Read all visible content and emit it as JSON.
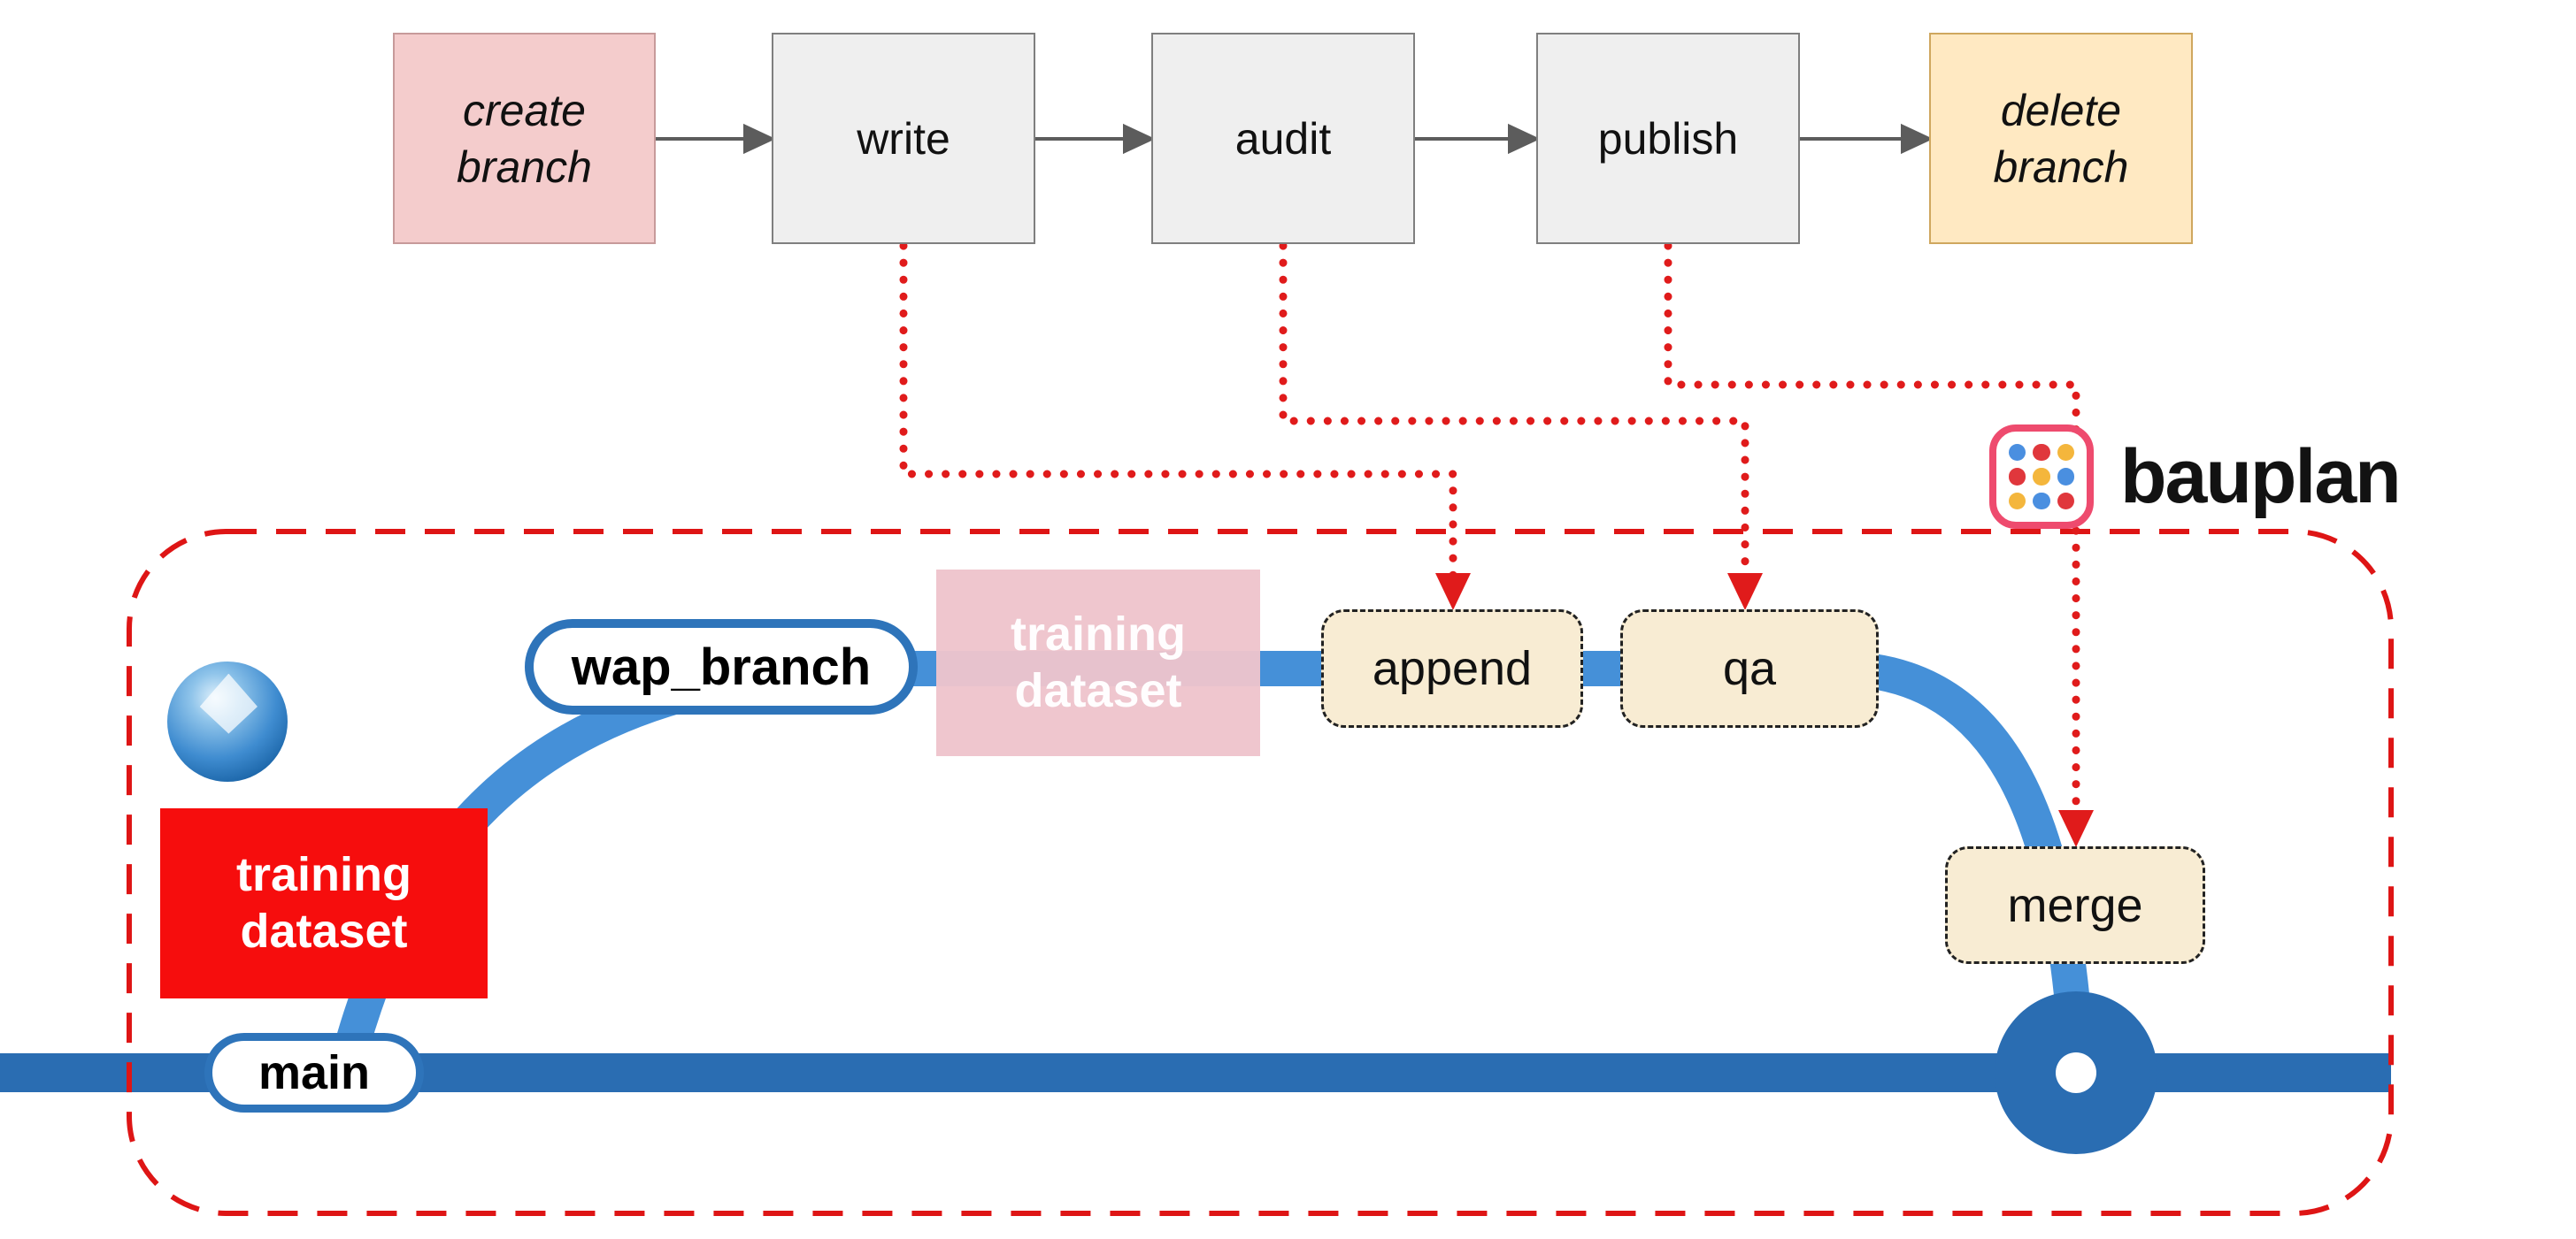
{
  "workflow": {
    "steps": [
      {
        "label": "create branch",
        "style": "branch-create"
      },
      {
        "label": "write",
        "style": "task"
      },
      {
        "label": "audit",
        "style": "task"
      },
      {
        "label": "publish",
        "style": "task"
      },
      {
        "label": "delete branch",
        "style": "branch-delete"
      }
    ]
  },
  "brand": {
    "wordmark": "bauplan"
  },
  "git_diagram": {
    "branches": [
      {
        "name": "wap_branch"
      },
      {
        "name": "main"
      }
    ],
    "operations": [
      {
        "label": "append"
      },
      {
        "label": "qa"
      },
      {
        "label": "merge"
      }
    ],
    "datasets": [
      {
        "label": "training dataset",
        "variant": "branch-staging-pink"
      },
      {
        "label": "training dataset",
        "variant": "main-production-red"
      }
    ]
  },
  "colors": {
    "main_branch_blue": "#2a6db2",
    "wap_branch_blue": "#4590d8",
    "pill_border_blue": "#2e74ba",
    "boundary_red": "#de1515",
    "connector_red": "#e01b1b",
    "dataset_red": "#f60d0d",
    "dataset_pink": "#eec4cc",
    "node_cream": "#f8ecd3",
    "step_pink": "#f4cccc",
    "step_cream": "#ffe9c2",
    "step_gray": "#efefef",
    "logo_border": "#ee4b6e",
    "logo_dots": [
      "#4a8fe0",
      "#e0373c",
      "#f4b63c"
    ]
  }
}
